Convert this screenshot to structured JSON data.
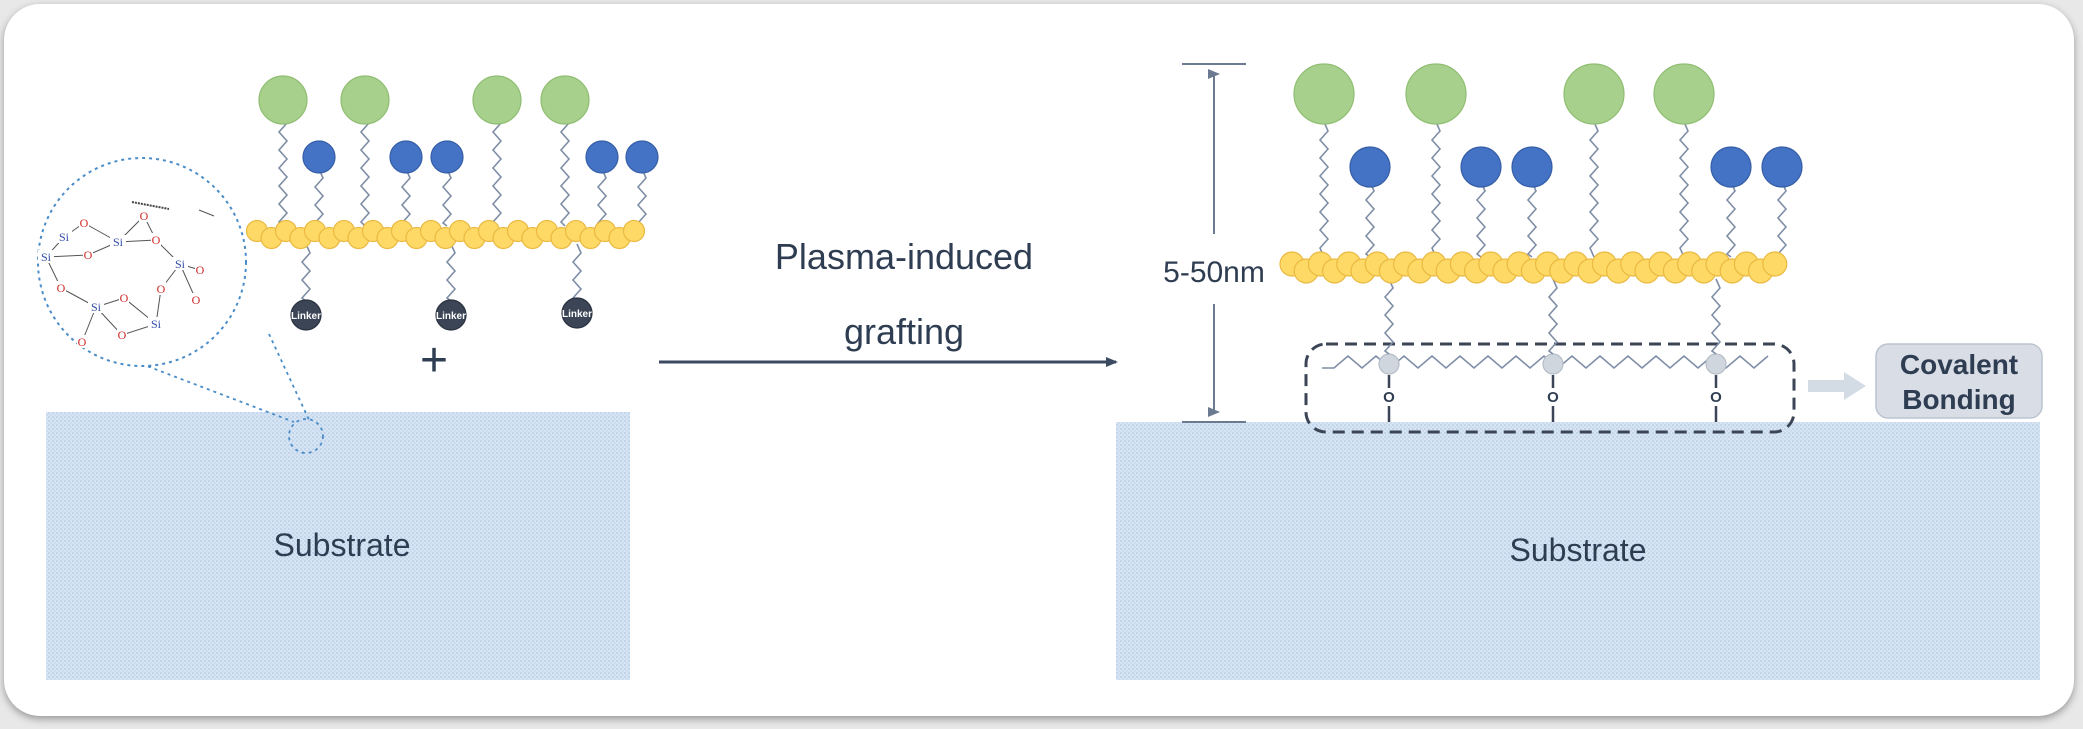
{
  "left_panel": {
    "substrate_label": "Substrate",
    "plus_sign": "+",
    "linker_labels": [
      "Linker",
      "Linker",
      "Linker"
    ],
    "siloxane_atoms": [
      "Si",
      "Si",
      "Si",
      "Si",
      "Si",
      "Si",
      "O",
      "O",
      "O",
      "O",
      "O",
      "O",
      "O",
      "O",
      "O",
      "O",
      "O"
    ]
  },
  "process": {
    "line1": "Plasma-induced",
    "line2": "grafting"
  },
  "right_panel": {
    "substrate_label": "Substrate",
    "thickness_label": "5-50nm",
    "bond_atoms": [
      "O",
      "O",
      "O"
    ],
    "callout_line1": "Covalent",
    "callout_line2": "Bonding"
  },
  "colors": {
    "green_bead": "#a8d08d",
    "blue_bead": "#4472c4",
    "yellow_bead": "#ffd966",
    "linker_bead": "#3b4556",
    "substrate_fill": "#d6e4f4",
    "text": "#2f3d52"
  }
}
